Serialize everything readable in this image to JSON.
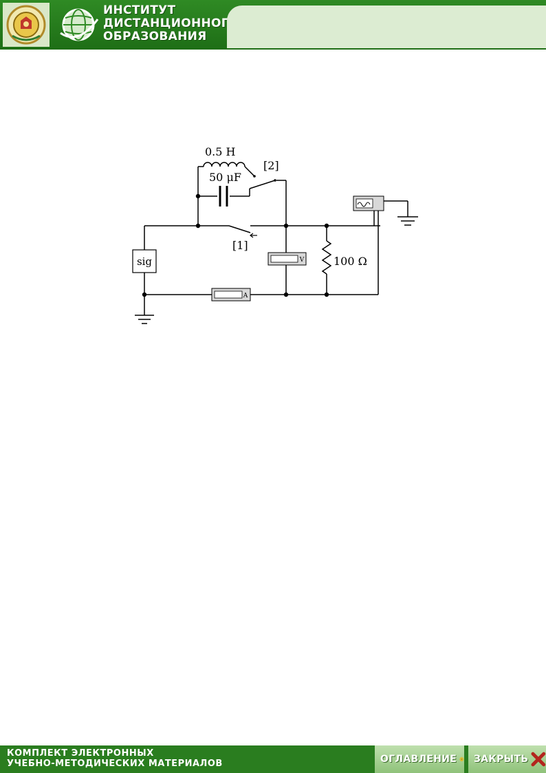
{
  "header": {
    "title_lines": [
      "ИНСТИТУТ",
      "ДИСТАНЦИОННОГО",
      "ОБРАЗОВАНИЯ"
    ],
    "emblem_icon": "university-emblem-icon",
    "globe_icon": "globe-logo-icon",
    "colors": {
      "bar": "#2a7d1f",
      "panel": "#dcecd2"
    }
  },
  "circuit": {
    "inductor_label": "0.5 H",
    "capacitor_label": "50 μF",
    "switch2_label": "[2]",
    "switch1_label": "[1]",
    "source_label": "sig",
    "resistor_label": "100 Ω",
    "voltmeter_label": "V",
    "ammeter_label": "A"
  },
  "footer": {
    "line1": "КОМПЛЕКТ ЭЛЕКТРОННЫХ",
    "line2": "УЧЕБНО-МЕТОДИЧЕСКИХ МАТЕРИАЛОВ",
    "toc_label": "ОГЛАВЛЕНИЕ",
    "toc_icon": "flower-icon",
    "close_label": "ЗАКРЫТЬ",
    "close_icon": "close-x-icon"
  }
}
